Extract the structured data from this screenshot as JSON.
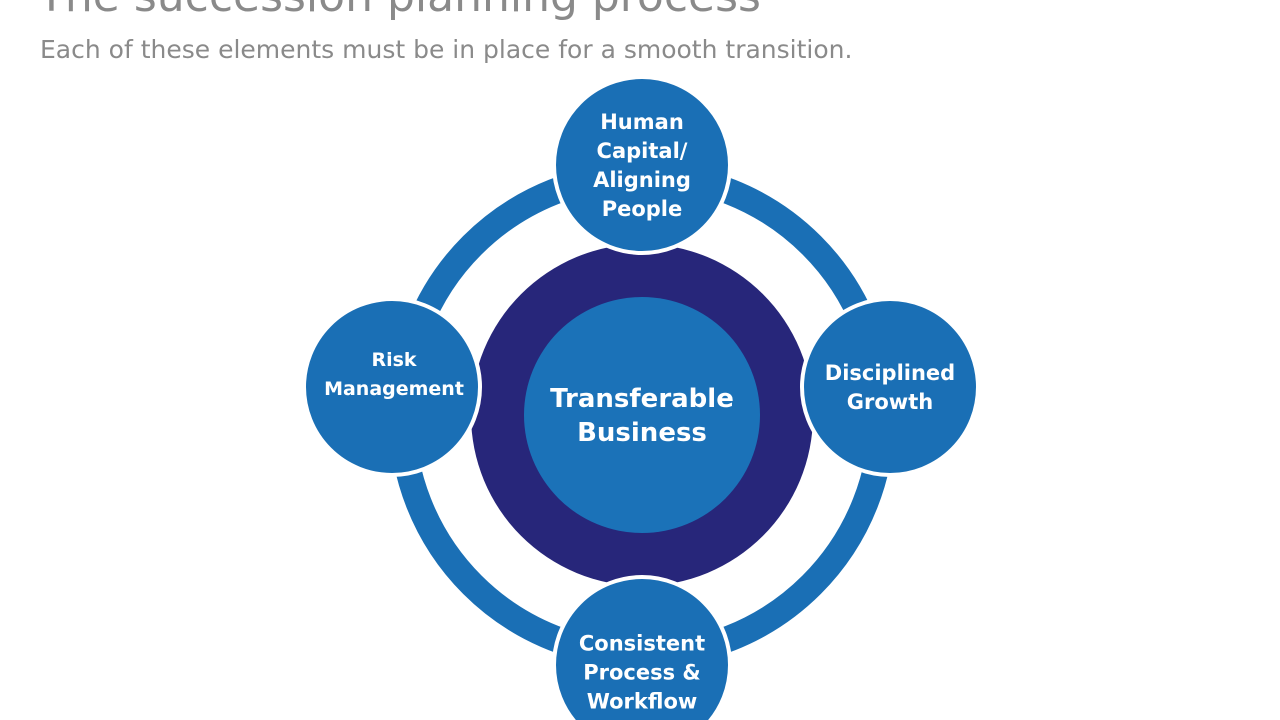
{
  "header": {
    "title": "The succession planning process",
    "subtitle": "Each of these elements must be in place for a smooth transition."
  },
  "diagram": {
    "center": {
      "lines": [
        "Transferable",
        "Business"
      ]
    },
    "nodes": [
      {
        "id": "top",
        "lines": [
          "Human",
          "Capital/",
          "Aligning",
          "People"
        ]
      },
      {
        "id": "right",
        "lines": [
          "Disciplined",
          "Growth"
        ]
      },
      {
        "id": "bottom",
        "lines": [
          "Consistent",
          "Process &",
          "Workflow"
        ]
      },
      {
        "id": "left",
        "lines": [
          "Risk",
          "Management"
        ]
      }
    ],
    "colors": {
      "ring": "#1a6fb5",
      "node_fill": "#1a6fb5",
      "node_stroke": "#ffffff",
      "center_outer": "#27267a",
      "center_inner": "#1b72b8",
      "text": "#ffffff"
    }
  }
}
